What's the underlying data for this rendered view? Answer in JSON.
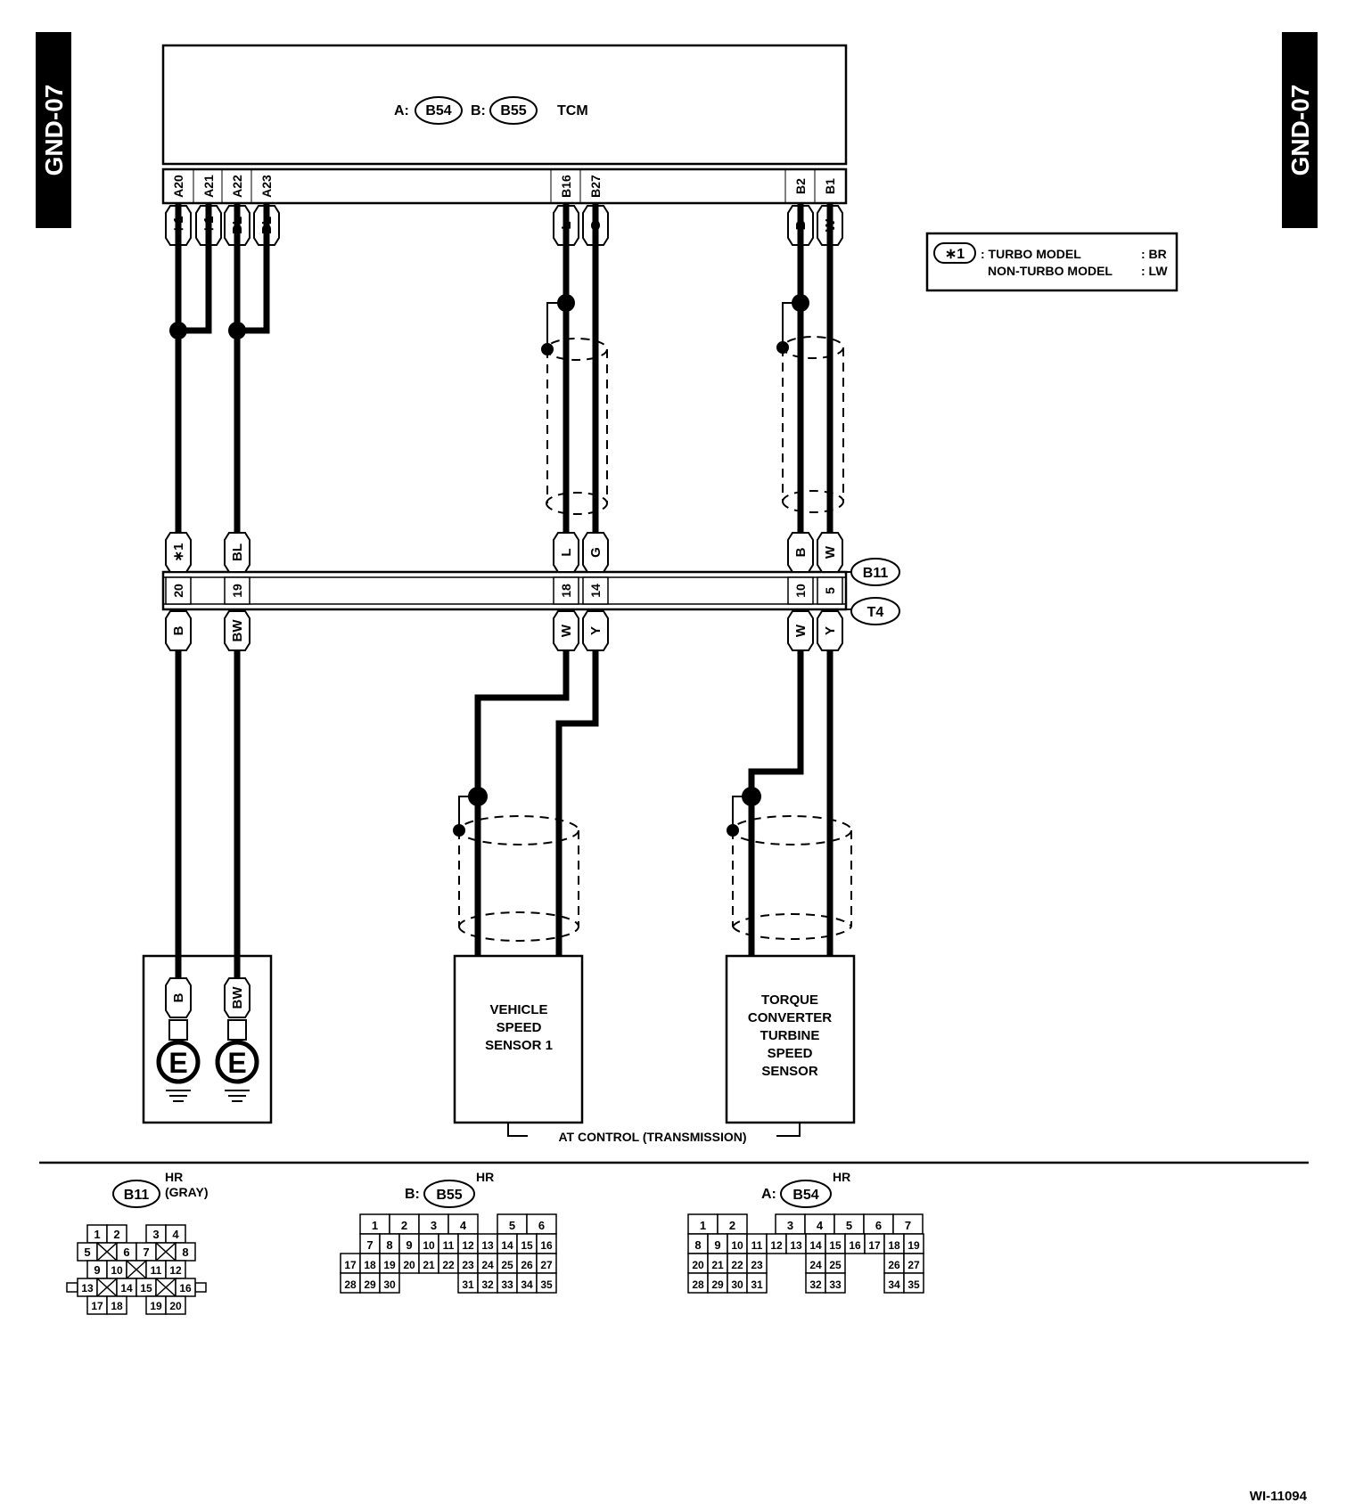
{
  "page_tag": "GND-07",
  "figure_id": "WI-11094",
  "tcm": {
    "title": "TCM",
    "conn_a_prefix": "A:",
    "conn_a": "B54",
    "conn_b_prefix": "B:",
    "conn_b": "B55"
  },
  "legend": {
    "symbol": "∗1",
    "line1_label": ": TURBO MODEL",
    "line1_value": ": BR",
    "line2_label": "NON-TURBO MODEL",
    "line2_value": ": LW"
  },
  "tcm_pins": [
    "A20",
    "A21",
    "A22",
    "A23",
    "B16",
    "B27",
    "B2",
    "B1"
  ],
  "tcm_wire_colors": [
    "∗1",
    "∗1",
    "BL",
    "BL",
    "L",
    "G",
    "B",
    "W"
  ],
  "inline_connectors": {
    "upper": "B11",
    "lower": "T4"
  },
  "upper_wire_colors": [
    "∗1",
    "BL",
    "L",
    "G",
    "B",
    "W"
  ],
  "inline_pins": [
    "20",
    "19",
    "18",
    "14",
    "10",
    "5"
  ],
  "lower_wire_colors": [
    "B",
    "BW",
    "W",
    "Y",
    "W",
    "Y"
  ],
  "ground_wire_colors": [
    "B",
    "BW"
  ],
  "ground_symbol": "E",
  "vss": {
    "line1": "VEHICLE",
    "line2": "SPEED",
    "line3": "SENSOR 1"
  },
  "tcts": {
    "line1": "TORQUE",
    "line2": "CONVERTER",
    "line3": "TURBINE",
    "line4": "SPEED",
    "line5": "SENSOR"
  },
  "group_label": "AT CONTROL (TRANSMISSION)",
  "connector_views": {
    "b11": {
      "name": "B11",
      "type": "HR",
      "color": "(GRAY)",
      "rows": [
        [
          "1",
          "2",
          "3",
          "4"
        ],
        [
          "5",
          "6",
          "7",
          "8"
        ],
        [
          "9",
          "10",
          "11",
          "12"
        ],
        [
          "13",
          "14",
          "15",
          "16"
        ],
        [
          "17",
          "18",
          "19",
          "20"
        ]
      ]
    },
    "b55": {
      "prefix": "B:",
      "name": "B55",
      "type": "HR",
      "rows": [
        [
          "1",
          "2",
          "3",
          "4",
          "5",
          "6"
        ],
        [
          "7",
          "8",
          "9",
          "10",
          "11",
          "12",
          "13",
          "14",
          "15",
          "16"
        ],
        [
          "17",
          "18",
          "19",
          "20",
          "21",
          "22",
          "23",
          "24",
          "25",
          "26",
          "27"
        ],
        [
          "28",
          "29",
          "30",
          "31",
          "32",
          "33",
          "34",
          "35"
        ]
      ]
    },
    "b54": {
      "prefix": "A:",
      "name": "B54",
      "type": "HR",
      "rows": [
        [
          "1",
          "2",
          "3",
          "4",
          "5",
          "6",
          "7"
        ],
        [
          "8",
          "9",
          "10",
          "11",
          "12",
          "13",
          "14",
          "15",
          "16",
          "17",
          "18",
          "19"
        ],
        [
          "20",
          "21",
          "22",
          "23",
          "24",
          "25",
          "26",
          "27"
        ],
        [
          "28",
          "29",
          "30",
          "31",
          "32",
          "33",
          "34",
          "35"
        ]
      ]
    }
  }
}
